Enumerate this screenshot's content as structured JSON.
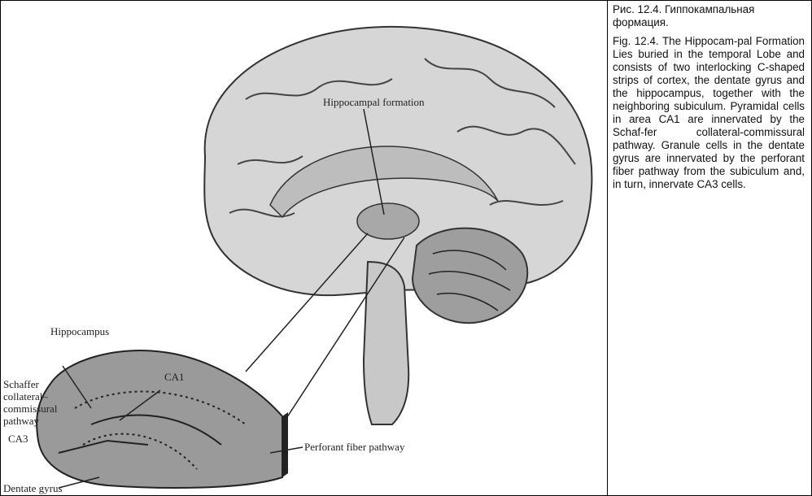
{
  "figure": {
    "labels": {
      "hippocampal_formation": "Hippocampal formation",
      "hippocampus": "Hippocampus",
      "schaffer_line1": "Schaffer",
      "schaffer_line2": "collateral–",
      "schaffer_line3": "commissural",
      "schaffer_line4": "pathway",
      "ca1": "CA1",
      "ca3": "CA3",
      "perforant": "Perforant fiber pathway",
      "dentate": "Dentate gyrus"
    }
  },
  "caption": {
    "ru": "Рис. 12.4. Гиппокампальная формация.",
    "en": "Fig. 12.4. The Hippocam-pal Formation Lies buried in the temporal Lobe and consists of two interlocking C-shaped strips of cortex, the dentate gyrus and the hippocampus, together with the neighboring subiculum. Pyramidal cells in area CA1 are innervated by the Schaf-fer collateral-commissural pathway. Granule cells in the dentate gyrus are innervated by the perforant fiber pathway from the subiculum and, in turn, innervate CA3 cells."
  }
}
